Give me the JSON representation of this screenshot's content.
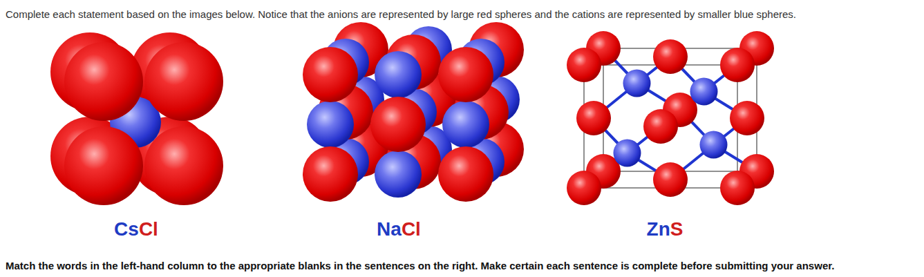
{
  "diagram": {
    "labels": [
      "Complete each statement based on the images below. Notice that the anions are represented by large red spheres and the cations are represented by smaller blue spheres.",
      "Cs",
      "Cl",
      "Na",
      "Cl",
      "Zn",
      "S",
      "Match the words in the left-hand column to the appropriate blanks in the sentences on the right. Make certain each sentence is complete before submitting your answer."
    ]
  }
}
